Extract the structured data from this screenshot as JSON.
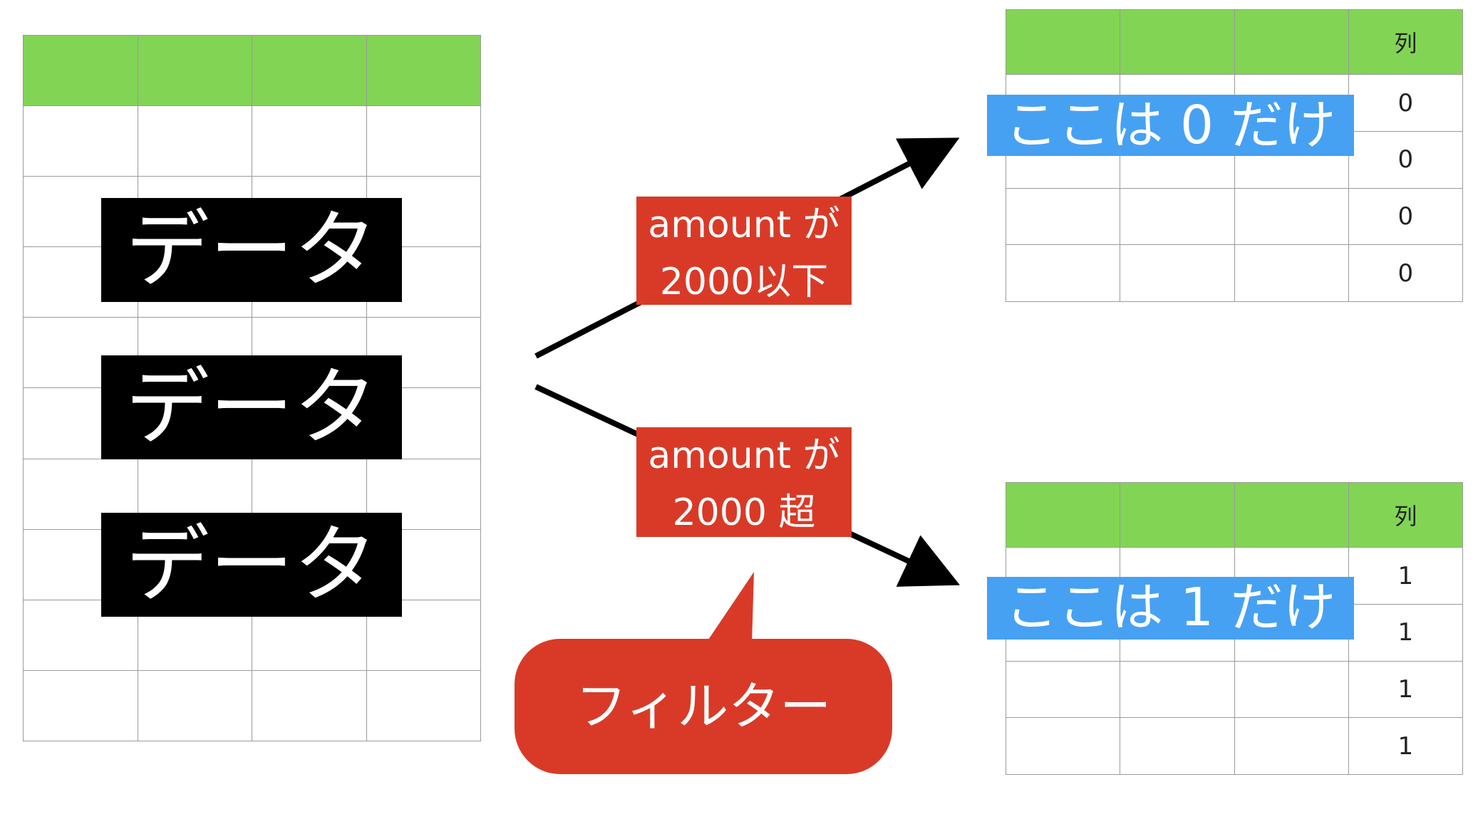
{
  "source_table": {
    "rows": 10,
    "cols": 4
  },
  "data_labels": [
    "データ",
    "データ",
    "データ"
  ],
  "filter_conditions": {
    "top": {
      "line1": "amount が",
      "line2": "2000以下"
    },
    "bottom": {
      "line1": "amount が",
      "line2": "2000 超"
    }
  },
  "filter_bubble": "フィルター",
  "result_top": {
    "header": "列",
    "values": [
      "0",
      "0",
      "0",
      "0"
    ],
    "note": "ここは 0 だけ"
  },
  "result_bottom": {
    "header": "列",
    "values": [
      "1",
      "1",
      "1",
      "1"
    ],
    "note": "ここは 1 だけ"
  },
  "colors": {
    "header_green": "#82d455",
    "filter_red": "#d93a27",
    "note_blue": "#46a1f3",
    "label_black": "#000000"
  }
}
